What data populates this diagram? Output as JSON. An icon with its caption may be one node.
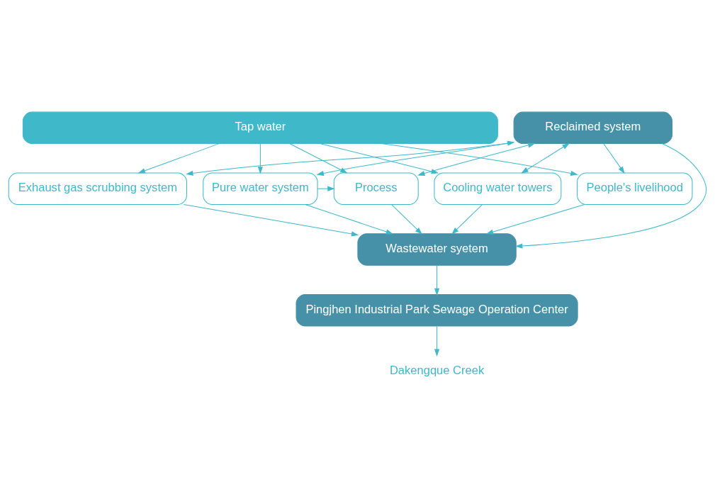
{
  "diagram": {
    "nodes": [
      {
        "text": [
          "Tap water"
        ]
      },
      {
        "text": [
          "Pure water system"
        ]
      },
      {
        "text": [
          "Process"
        ]
      },
      {
        "text": [
          "Cooling water towers"
        ]
      },
      {
        "text": [
          "People's livelihood"
        ]
      },
      {
        "text": [
          "Exhaust gas scrubbing system"
        ]
      },
      {
        "text": [
          "Reclaimed system"
        ]
      },
      {
        "text": [
          "Wastewater syetem"
        ]
      },
      {
        "text": [
          "Pingjhen Industrial Park Sewage Operation Center"
        ]
      },
      {
        "text": [
          "Dakengque Creek"
        ]
      }
    ],
    "edges": [
      {
        "from": 0,
        "to": 1,
        "arrow": "to"
      },
      {
        "from": 0,
        "to": 2,
        "arrow": "to"
      },
      {
        "from": 0,
        "to": 3,
        "arrow": "to"
      },
      {
        "from": 0,
        "to": 4,
        "arrow": "to"
      },
      {
        "from": 0,
        "to": 5,
        "arrow": "to"
      },
      {
        "from": 1,
        "to": 2,
        "arrow": "to"
      },
      {
        "from": 6,
        "to": 1,
        "arrow": "both"
      },
      {
        "from": 6,
        "to": 2,
        "arrow": "both"
      },
      {
        "from": 6,
        "to": 3,
        "arrow": "both"
      },
      {
        "from": 6,
        "to": 4,
        "arrow": "to"
      },
      {
        "from": 6,
        "to": 5,
        "arrow": "to"
      },
      {
        "from": 6,
        "to": 7,
        "arrow": "to"
      },
      {
        "from": 1,
        "to": 7,
        "arrow": "to"
      },
      {
        "from": 2,
        "to": 7,
        "arrow": "to"
      },
      {
        "from": 3,
        "to": 7,
        "arrow": "to"
      },
      {
        "from": 4,
        "to": 7,
        "arrow": "to"
      },
      {
        "from": 5,
        "to": 7,
        "arrow": "to"
      },
      {
        "from": 7,
        "to": 8,
        "arrow": "to"
      },
      {
        "from": 8,
        "to": 9,
        "arrow": "to"
      }
    ]
  }
}
